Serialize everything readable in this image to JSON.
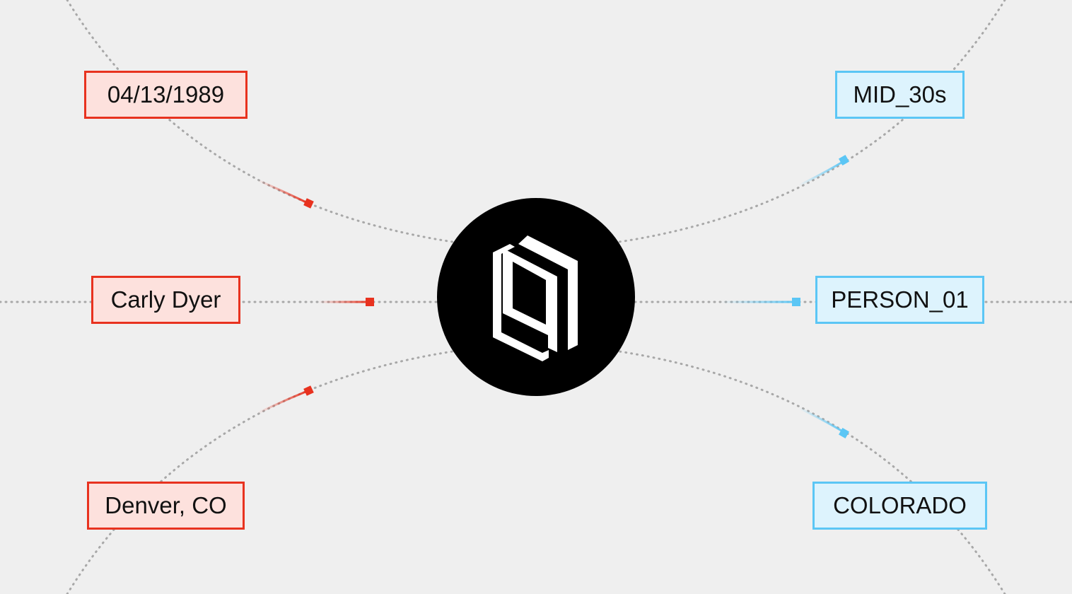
{
  "diagram": {
    "inputs": [
      {
        "label": "04/13/1989"
      },
      {
        "label": "Carly Dyer"
      },
      {
        "label": "Denver, CO"
      }
    ],
    "outputs": [
      {
        "label": "MID_30s"
      },
      {
        "label": "PERSON_01"
      },
      {
        "label": "COLORADO"
      }
    ],
    "hub_icon": "isometric-box-logo-icon",
    "colors": {
      "background": "#efefef",
      "input_border": "#e8321f",
      "input_fill": "#fde1dd",
      "output_border": "#5bc6f5",
      "output_fill": "#ddf3fd",
      "hub": "#000000",
      "connector": "#a8a8a8"
    }
  }
}
